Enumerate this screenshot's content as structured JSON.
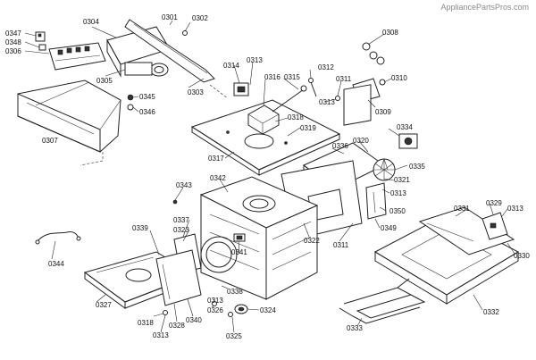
{
  "watermark": "AppliancePartsPros.com",
  "labels": {
    "l0347": "0347",
    "l0348": "0348",
    "l0306": "0306",
    "l0304": "0304",
    "l0301": "0301",
    "l0302": "0302",
    "l0305": "0305",
    "l0303": "0303",
    "l0345": "0345",
    "l0346": "0346",
    "l0307": "0307",
    "l0314": "0314",
    "l0313a": "0313",
    "l0316": "0316",
    "l0315": "0315",
    "l0312": "0312",
    "l0311a": "0311",
    "l0308": "0308",
    "l0310": "0310",
    "l0313b": "0313",
    "l0309": "0309",
    "l0318a": "0318",
    "l0319": "0319",
    "l0317": "0317",
    "l0336": "0336",
    "l0320": "0320",
    "l0334": "0334",
    "l0335": "0335",
    "l0321": "0321",
    "l0313c": "0313",
    "l0343": "0343",
    "l0342": "0342",
    "l0350": "0350",
    "l0349": "0349",
    "l0337": "0337",
    "l0323": "0323",
    "l0339": "0339",
    "l0322": "0322",
    "l0311b": "0311",
    "l0341": "0341",
    "l0331": "0331",
    "l0329": "0329",
    "l0313d": "0313",
    "l0330": "0330",
    "l0344": "0344",
    "l0338": "0338",
    "l0313e": "0313",
    "l0327": "0327",
    "l0326": "0326",
    "l0324": "0324",
    "l0318b": "0318",
    "l0328": "0328",
    "l0340": "0340",
    "l0313f": "0313",
    "l0325": "0325",
    "l0332": "0332",
    "l0333": "0333"
  }
}
